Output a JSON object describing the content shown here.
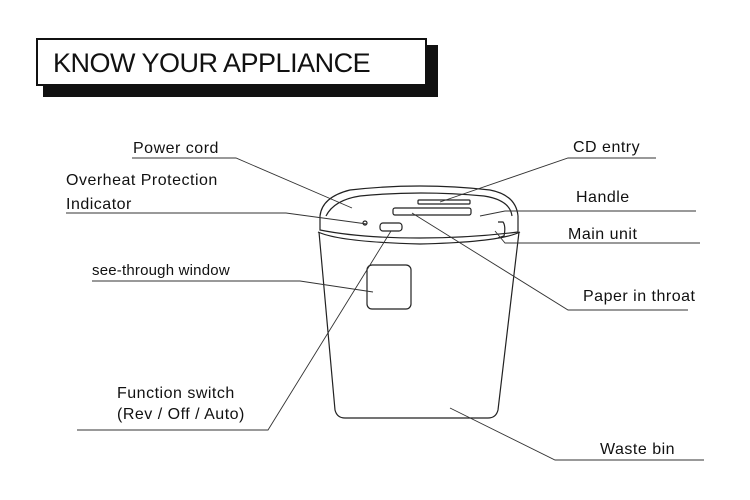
{
  "title": "KNOW YOUR APPLIANCE",
  "labels": {
    "power_cord": "Power cord",
    "overheat_line1": "Overheat Protection",
    "overheat_line2": "Indicator",
    "window": "see-through  window",
    "function_line1": "Function  switch",
    "function_line2": "(Rev / Off / Auto)",
    "cd_entry": "CD entry",
    "handle": "Handle",
    "main_unit": "Main unit",
    "paper_throat": "Paper in throat",
    "waste_bin": "Waste bin"
  }
}
